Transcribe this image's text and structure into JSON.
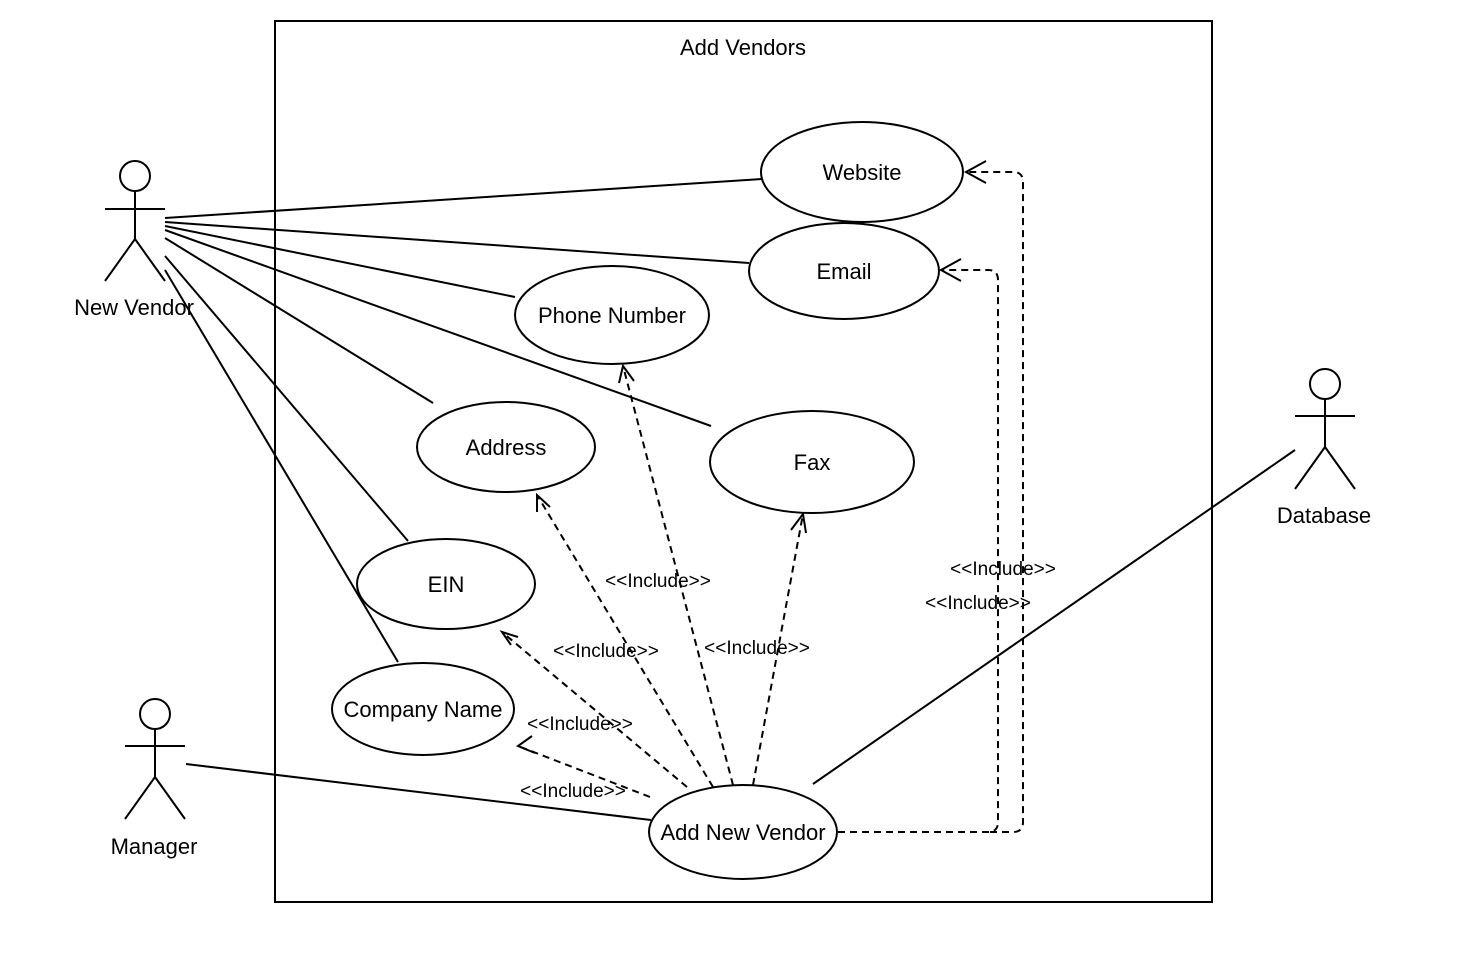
{
  "system": {
    "title": "Add Vendors"
  },
  "actors": {
    "new_vendor": "New Vendor",
    "manager": "Manager",
    "database": "Database"
  },
  "use_cases": {
    "website": "Website",
    "email": "Email",
    "phone_number": "Phone Number",
    "address": "Address",
    "fax": "Fax",
    "ein": "EIN",
    "company_name": "Company Name",
    "add_new_vendor": "Add New Vendor"
  },
  "relations": {
    "include_label": "<<Include>>"
  }
}
